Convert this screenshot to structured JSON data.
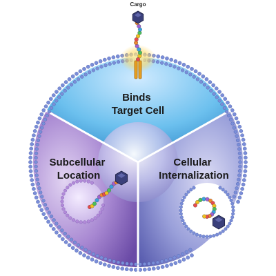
{
  "diagram": {
    "cargo_label": "Cargo",
    "sections": [
      {
        "id": "binds",
        "lines": [
          "Binds",
          "Target Cell"
        ]
      },
      {
        "id": "subcellular",
        "lines": [
          "Subcellular",
          "Location"
        ]
      },
      {
        "id": "internalization",
        "lines": [
          "Cellular",
          "Internalization"
        ]
      }
    ],
    "colors": {
      "top_section": "#58b4e8",
      "left_section": "#9a78c4",
      "right_section": "#8a90d0",
      "membrane": "#7a8ed8",
      "divider": "#ffffff",
      "receptor": "#e8a020",
      "cargo": "#3a3f7a"
    },
    "bead_colors": [
      "#e84c4c",
      "#f0c020",
      "#4cbf5a",
      "#3aa0e0",
      "#a060d0",
      "#f08830"
    ]
  }
}
